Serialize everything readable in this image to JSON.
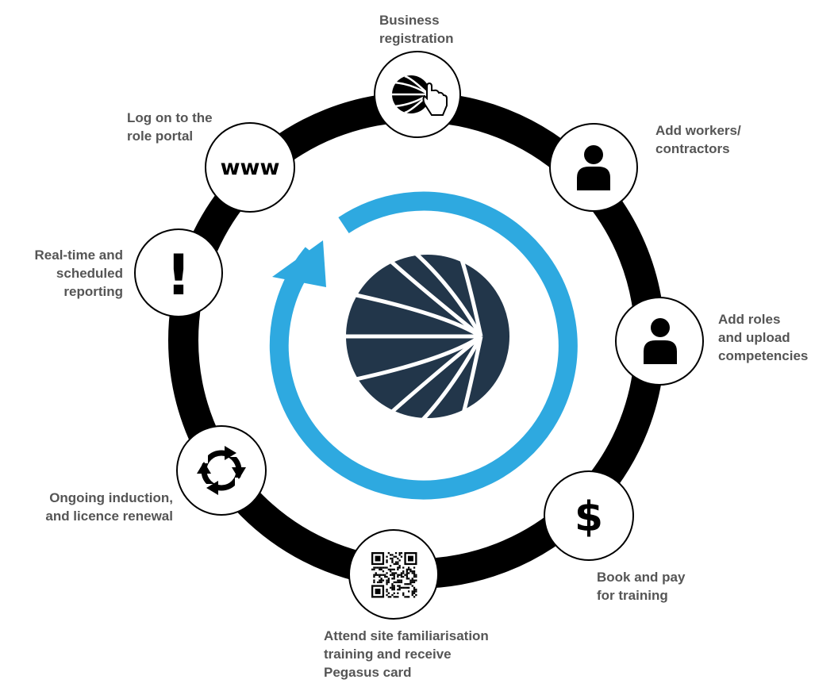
{
  "colors": {
    "ring": "#000000",
    "cycle_arrow": "#2ea9e0",
    "logo": "#22364a",
    "label_text": "#555555",
    "node_fill": "#ffffff"
  },
  "steps": [
    {
      "id": "business-registration",
      "icon": "globe-cursor-icon",
      "lines": [
        "Business",
        "registration"
      ]
    },
    {
      "id": "add-workers",
      "icon": "person-icon",
      "lines": [
        "Add workers/",
        "contractors"
      ]
    },
    {
      "id": "add-roles",
      "icon": "person-icon",
      "lines": [
        "Add roles",
        "and upload",
        "competencies"
      ]
    },
    {
      "id": "book-training",
      "icon": "dollar-icon",
      "glyph": "$",
      "lines": [
        "Book and pay",
        "for training"
      ]
    },
    {
      "id": "site-familiarisation",
      "icon": "qr-code-icon",
      "lines": [
        "Attend site familiarisation",
        "training and receive",
        "Pegasus card"
      ]
    },
    {
      "id": "ongoing-induction",
      "icon": "refresh-cycle-icon",
      "lines": [
        "Ongoing induction,",
        "and licence renewal"
      ]
    },
    {
      "id": "reporting",
      "icon": "exclamation-icon",
      "glyph": "!",
      "lines": [
        "Real-time and",
        "scheduled",
        "reporting"
      ]
    },
    {
      "id": "role-portal",
      "icon": "www-icon",
      "glyph": "www",
      "lines": [
        "Log on to the",
        "role portal"
      ]
    }
  ]
}
